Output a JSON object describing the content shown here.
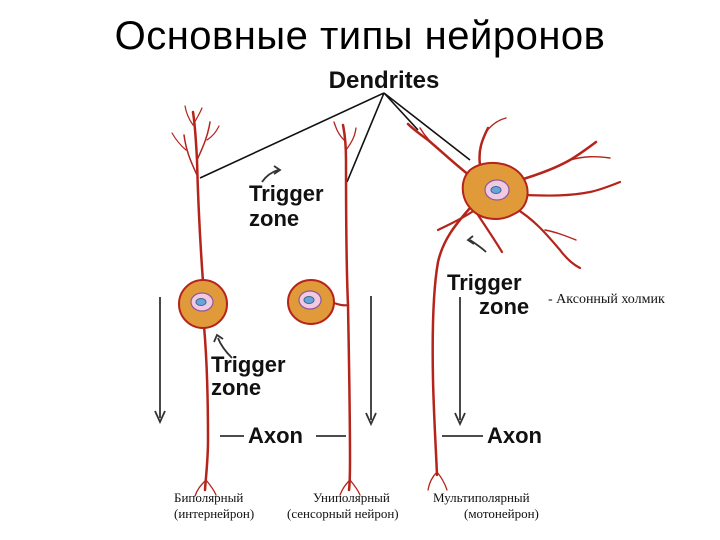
{
  "title": "Основные типы нейронов",
  "labels": {
    "dendrites": "Dendrites",
    "trigger_zone": [
      "Trigger",
      "zone"
    ],
    "axon": "Axon",
    "axon_hillock": "- Аксонный холмик"
  },
  "captions": [
    {
      "line1": "Биполярный",
      "line2": "(интернейрон)"
    },
    {
      "line1": "Униполярный",
      "line2": "(сенсорный нейрон)"
    },
    {
      "line1": "Мультиполярный",
      "line2": "(мотонейрон)"
    }
  ],
  "colors": {
    "neurite": "#b5241a",
    "soma": "#e09a3a",
    "nucleus": "#f2c9e0"
  }
}
